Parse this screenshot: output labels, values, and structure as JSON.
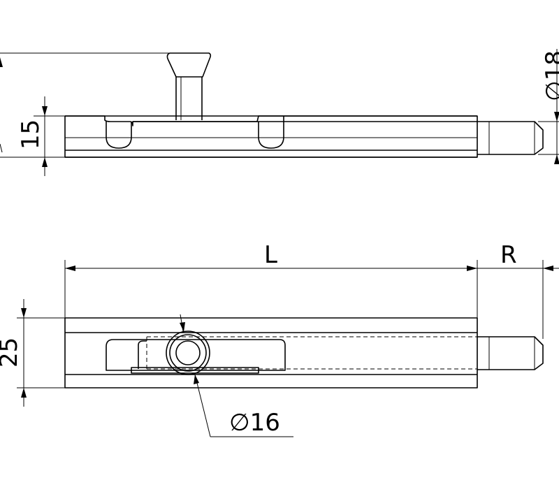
{
  "dimensions": {
    "side_height": "15",
    "length": "L",
    "rod_extension": "R",
    "front_height": "25",
    "knob_diameter": "∅16",
    "rod_diameter_partial": "∅18"
  }
}
